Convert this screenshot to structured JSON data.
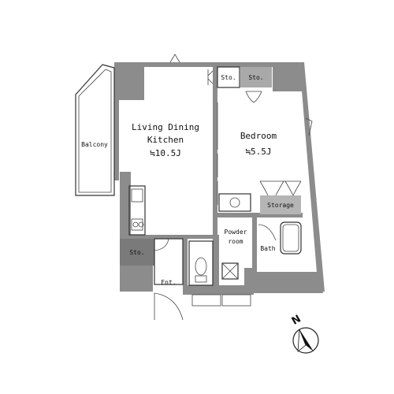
{
  "plan": {
    "rooms": {
      "ldk_line1": "Living Dining",
      "ldk_line2": "Kitchen",
      "ldk_area": "≒10.5J",
      "bedroom": "Bedroom",
      "bedroom_area": "≒5.5J",
      "balcony": "Balcony",
      "storage": "Storage",
      "sto_top_left": "Sto.",
      "sto_top_right": "Sto.",
      "sto_entry": "Sto.",
      "powder_line1": "Powder",
      "powder_line2": "room",
      "bath": "Bath",
      "entrance": "Ent."
    },
    "compass_label": "N"
  }
}
